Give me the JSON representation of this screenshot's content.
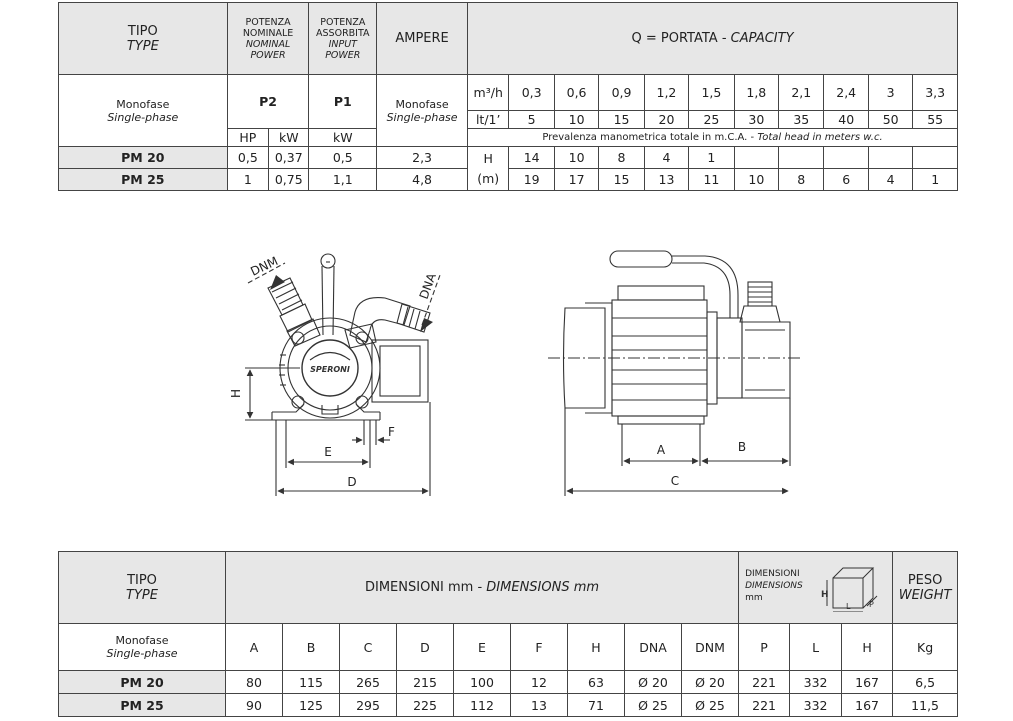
{
  "perf": {
    "type_label": "TIPO",
    "type_label_en": "TYPE",
    "p2_head": [
      "POTENZA",
      "NOMINALE"
    ],
    "p2_head_en": [
      "NOMINAL",
      "POWER"
    ],
    "p1_head": [
      "POTENZA",
      "ASSORBITA"
    ],
    "p1_head_en": [
      "INPUT",
      "POWER"
    ],
    "ampere_head": "AMPERE",
    "q_head": "Q = PORTATA - ",
    "q_head_en": "CAPACITY",
    "phase": "Monofase",
    "phase_en": "Single-phase",
    "p2_sym": "P2",
    "p1_sym": "P1",
    "unit_hp": "HP",
    "unit_kw": "kW",
    "unit_kw2": "kW",
    "unit_m3h": "m³/h",
    "unit_lt": "lt/1’",
    "m3h": [
      "0,3",
      "0,6",
      "0,9",
      "1,2",
      "1,5",
      "1,8",
      "2,1",
      "2,4",
      "3",
      "3,3"
    ],
    "lt": [
      "5",
      "10",
      "15",
      "20",
      "25",
      "30",
      "35",
      "40",
      "50",
      "55"
    ],
    "head_note": "Prevalenza manometrica totale in m.C.A. - ",
    "head_note_en": "Total head in meters w.c.",
    "h_label": "H",
    "h_unit": "(m)",
    "rows": [
      {
        "model": "PM 20",
        "hp": "0,5",
        "kw": "0,37",
        "p1": "0,5",
        "amp": "2,3",
        "heads": [
          "14",
          "10",
          "8",
          "4",
          "1",
          "",
          "",
          "",
          "",
          ""
        ]
      },
      {
        "model": "PM 25",
        "hp": "1",
        "kw": "0,75",
        "p1": "1,1",
        "amp": "4,8",
        "heads": [
          "19",
          "17",
          "15",
          "13",
          "11",
          "10",
          "8",
          "6",
          "4",
          "1"
        ]
      }
    ]
  },
  "drawing": {
    "dnm": "DNM",
    "dna": "DNA",
    "h": "H",
    "f": "F",
    "e": "E",
    "d": "D",
    "a": "A",
    "b": "B",
    "c": "C",
    "brand": "SPERONI"
  },
  "dims": {
    "type_label": "TIPO",
    "type_label_en": "TYPE",
    "dim_head": "DIMENSIONI mm - ",
    "dim_head_en": "DIMENSIONS mm",
    "pack_head": "DIMENSIONI",
    "pack_head_en": "DIMENSIONS",
    "pack_unit": "mm",
    "pack_icon_h": "H",
    "pack_icon_l": "L",
    "pack_icon_p": "P",
    "weight_head": "PESO",
    "weight_head_en": "WEIGHT",
    "phase": "Monofase",
    "phase_en": "Single-phase",
    "cols": [
      "A",
      "B",
      "C",
      "D",
      "E",
      "F",
      "H",
      "DNA",
      "DNM",
      "P",
      "L",
      "H",
      "Kg"
    ],
    "rows": [
      {
        "model": "PM 20",
        "vals": [
          "80",
          "115",
          "265",
          "215",
          "100",
          "12",
          "63",
          "Ø 20",
          "Ø 20",
          "221",
          "332",
          "167",
          "6,5"
        ]
      },
      {
        "model": "PM 25",
        "vals": [
          "90",
          "125",
          "295",
          "225",
          "112",
          "13",
          "71",
          "Ø 25",
          "Ø 25",
          "221",
          "332",
          "167",
          "11,5"
        ]
      }
    ]
  }
}
